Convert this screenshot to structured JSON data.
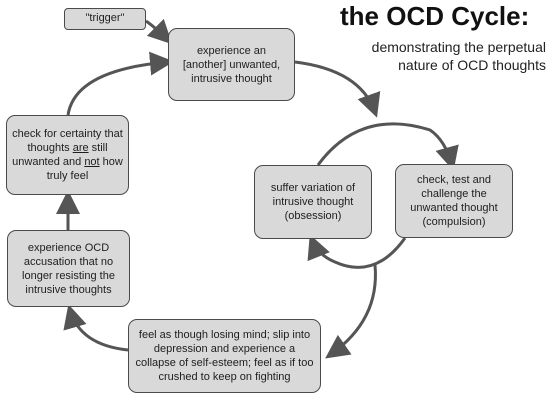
{
  "title": "the OCD Cycle:",
  "subtitle": "demonstrating the perpetual nature of OCD thoughts",
  "trigger": "\"trigger\"",
  "nodes": {
    "experience": "experience  an [another] unwanted, intrusive thought",
    "check_test": "check, test and challenge the unwanted thought (compulsion)",
    "suffer": "suffer variation of intrusive thought (obsession)",
    "losing_mind": "feel as though losing mind; slip into depression and experience a collapse of self-esteem; feel as if too crushed to keep on fighting",
    "accusation": "experience OCD accusation that no longer resisting the intrusive thoughts",
    "certainty": {
      "part1": "check for certainty that thoughts ",
      "are": "are",
      "part2": " still unwanted and ",
      "not": "not",
      "part3": " how truly feel"
    }
  },
  "colors": {
    "box_fill": "#d9d9d9",
    "box_border": "#4a4a4a",
    "arrow": "#555555"
  }
}
